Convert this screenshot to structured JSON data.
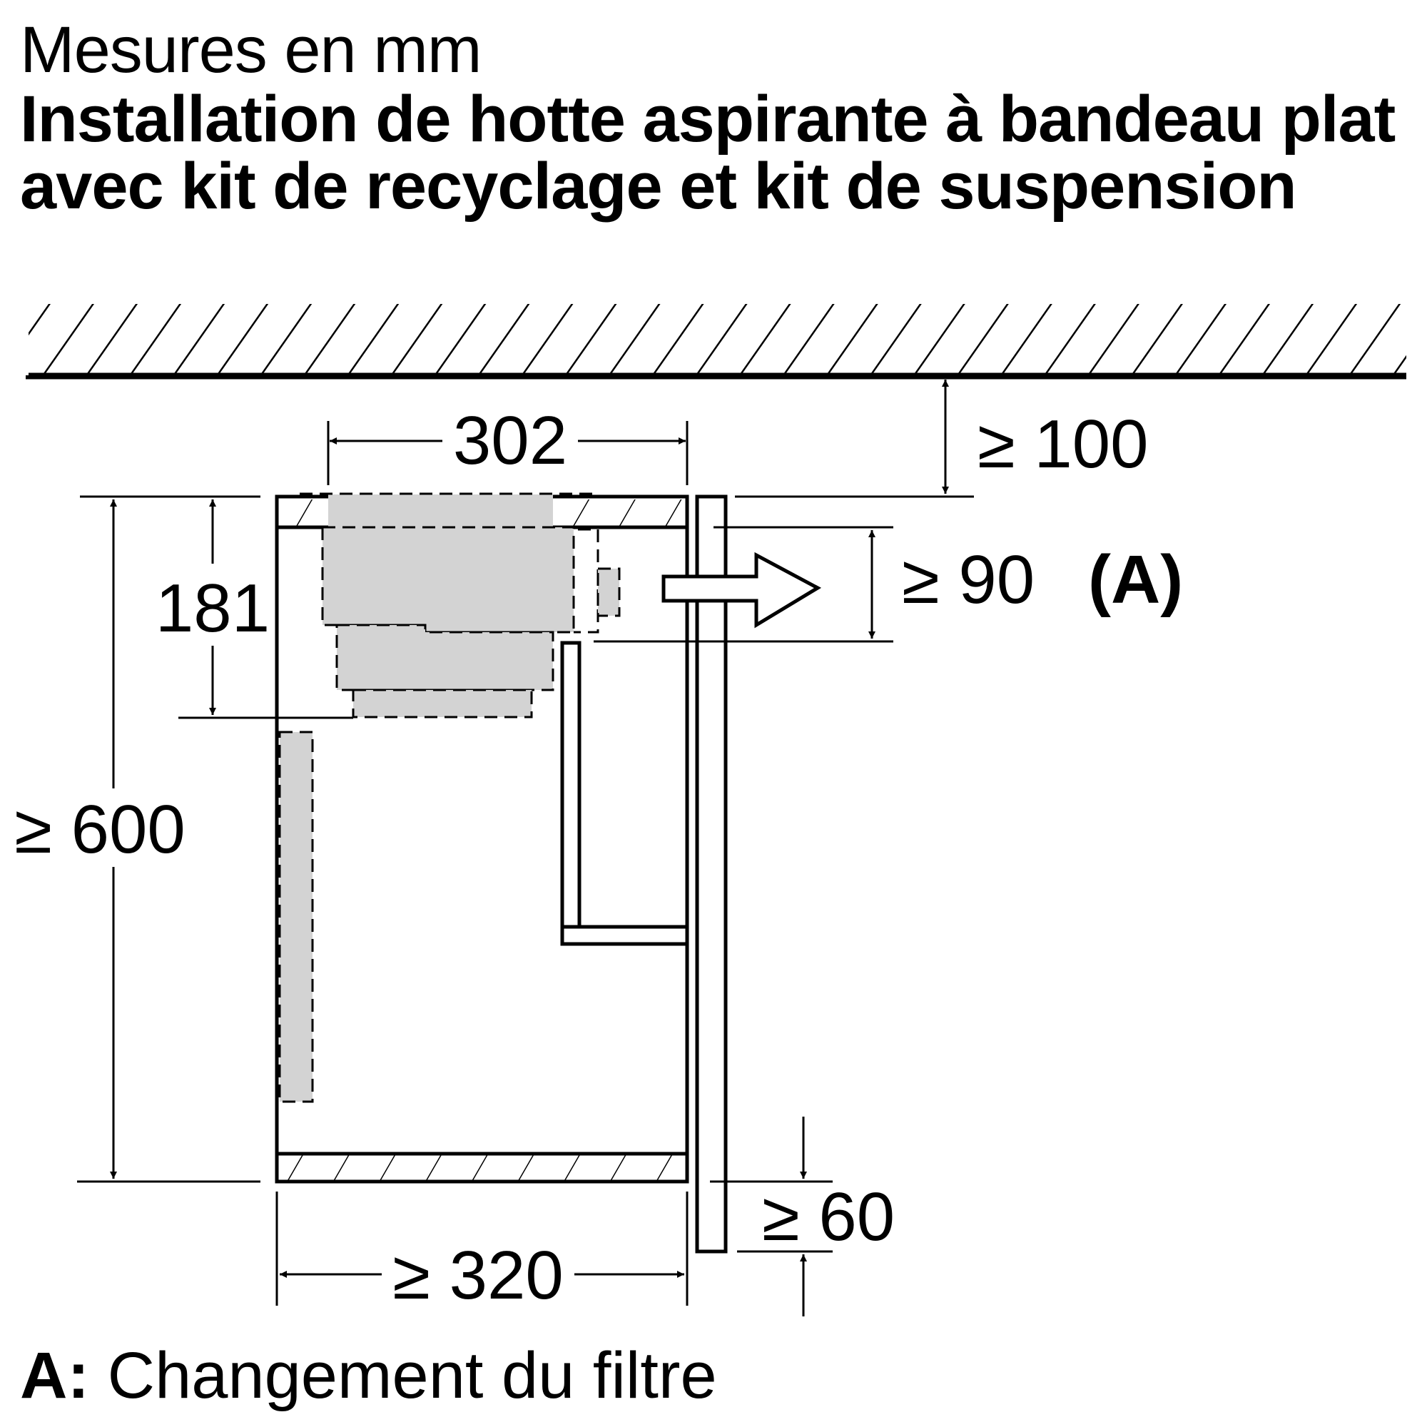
{
  "header": {
    "units": "Mesures en mm",
    "title": "Installation de hotte aspirante à bandeau plat avec kit de recyclage et kit de suspension"
  },
  "diagram": {
    "dimensions": {
      "width_top": "302",
      "ceiling_clearance": "≥ 100",
      "filter_clearance": "≥ 90",
      "filter_marker": "(A)",
      "hood_height": "181",
      "cabinet_height": "≥ 600",
      "cabinet_depth": "≥ 320",
      "panel_overhang": "≥ 60"
    },
    "colors": {
      "line": "#000000",
      "component_fill": "#d3d3d3",
      "background": "#ffffff"
    }
  },
  "legend": {
    "key": "A:",
    "text": "Changement du filtre"
  }
}
